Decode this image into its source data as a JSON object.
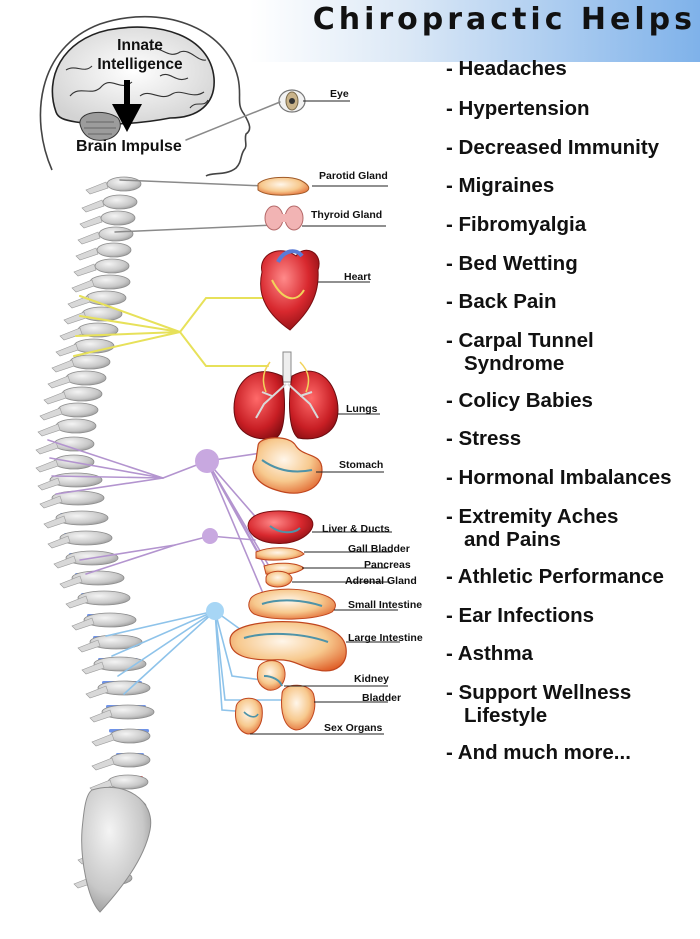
{
  "title": "Chiropractic Helps",
  "head": {
    "line1": "Innate",
    "line2": "Intelligence",
    "impulse": "Brain Impulse"
  },
  "organs": {
    "eye": "Eye",
    "parotid": "Parotid Gland",
    "thyroid": "Thyroid Gland",
    "heart": "Heart",
    "lungs": "Lungs",
    "stomach": "Stomach",
    "liver": "Liver & Ducts",
    "gall": "Gall Bladder",
    "pancreas": "Pancreas",
    "adrenal": "Adrenal Gland",
    "small_intestine": "Small Intestine",
    "large_intestine": "Large Intestine",
    "kidney": "Kidney",
    "bladder": "Bladder",
    "sex_organs": "Sex Organs"
  },
  "helps": [
    {
      "line1": "- Headaches"
    },
    {
      "line1": "- Hypertension"
    },
    {
      "line1": "- Decreased Immunity"
    },
    {
      "line1": "- Migraines"
    },
    {
      "line1": "- Fibromyalgia"
    },
    {
      "line1": "- Bed Wetting"
    },
    {
      "line1": "- Back Pain"
    },
    {
      "line1": "- Carpal Tunnel",
      "line2": "Syndrome"
    },
    {
      "line1": "- Colicy Babies"
    },
    {
      "line1": "- Stress"
    },
    {
      "line1": "- Hormonal Imbalances"
    },
    {
      "line1": "- Extremity Aches",
      "line2": "and Pains"
    },
    {
      "line1": "- Athletic Performance"
    },
    {
      "line1": "- Ear Infections"
    },
    {
      "line1": "- Asthma"
    },
    {
      "line1": "- Support Wellness",
      "line2": "Lifestyle"
    },
    {
      "line1": "- And much more..."
    }
  ],
  "colors": {
    "spine_bone": "#c9c9c9",
    "disc_blue": "#3f6fe0",
    "disc_red": "#e23131",
    "nerve_yellow": "#e7e15a",
    "nerve_purple": "#b394cf",
    "nerve_blue": "#8ec3ea",
    "nerve_gray": "#8a8a8a",
    "organ_red": "#d8282e",
    "organ_orange": "#f29a3a"
  }
}
